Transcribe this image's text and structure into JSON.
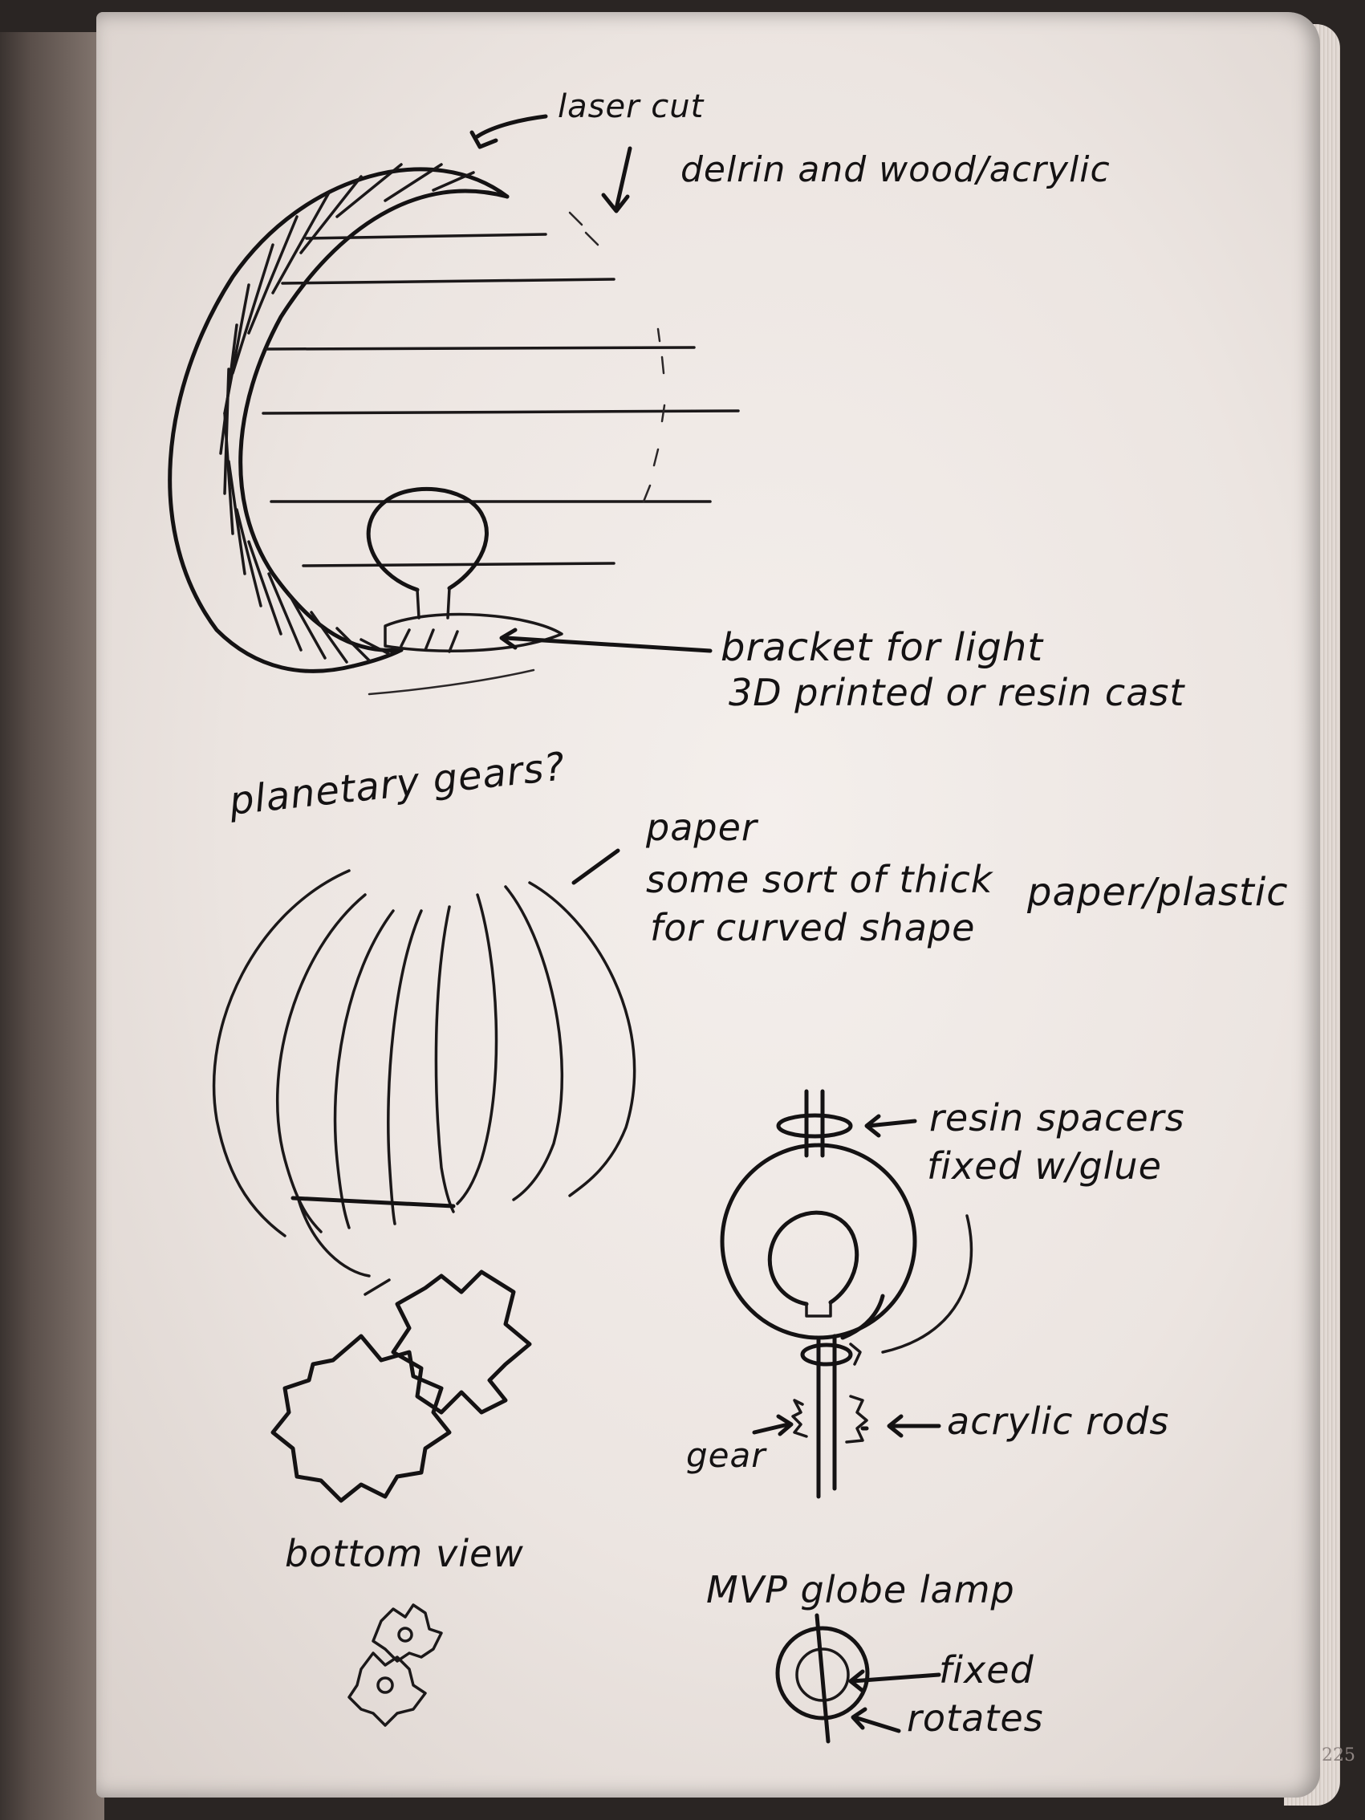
{
  "notes": {
    "laser_cut": "laser cut",
    "material_1": "delrin and wood/acrylic",
    "bracket_1": "bracket for light",
    "bracket_2": "3D printed or resin cast",
    "planetary_gears": "planetary gears?",
    "paper_1": "paper",
    "paper_2": "some sort of thick",
    "paper_3": "for curved shape",
    "paper_plastic": "paper/plastic",
    "resin_spacers_1": "resin spacers",
    "resin_spacers_2": "fixed w/glue",
    "acrylic_rods": "acrylic rods",
    "gear": "gear",
    "bottom_view": "bottom view",
    "mvp_globe_lamp": "MVP globe lamp",
    "fixed": "fixed",
    "rotates": "rotates"
  },
  "page_number": "225"
}
